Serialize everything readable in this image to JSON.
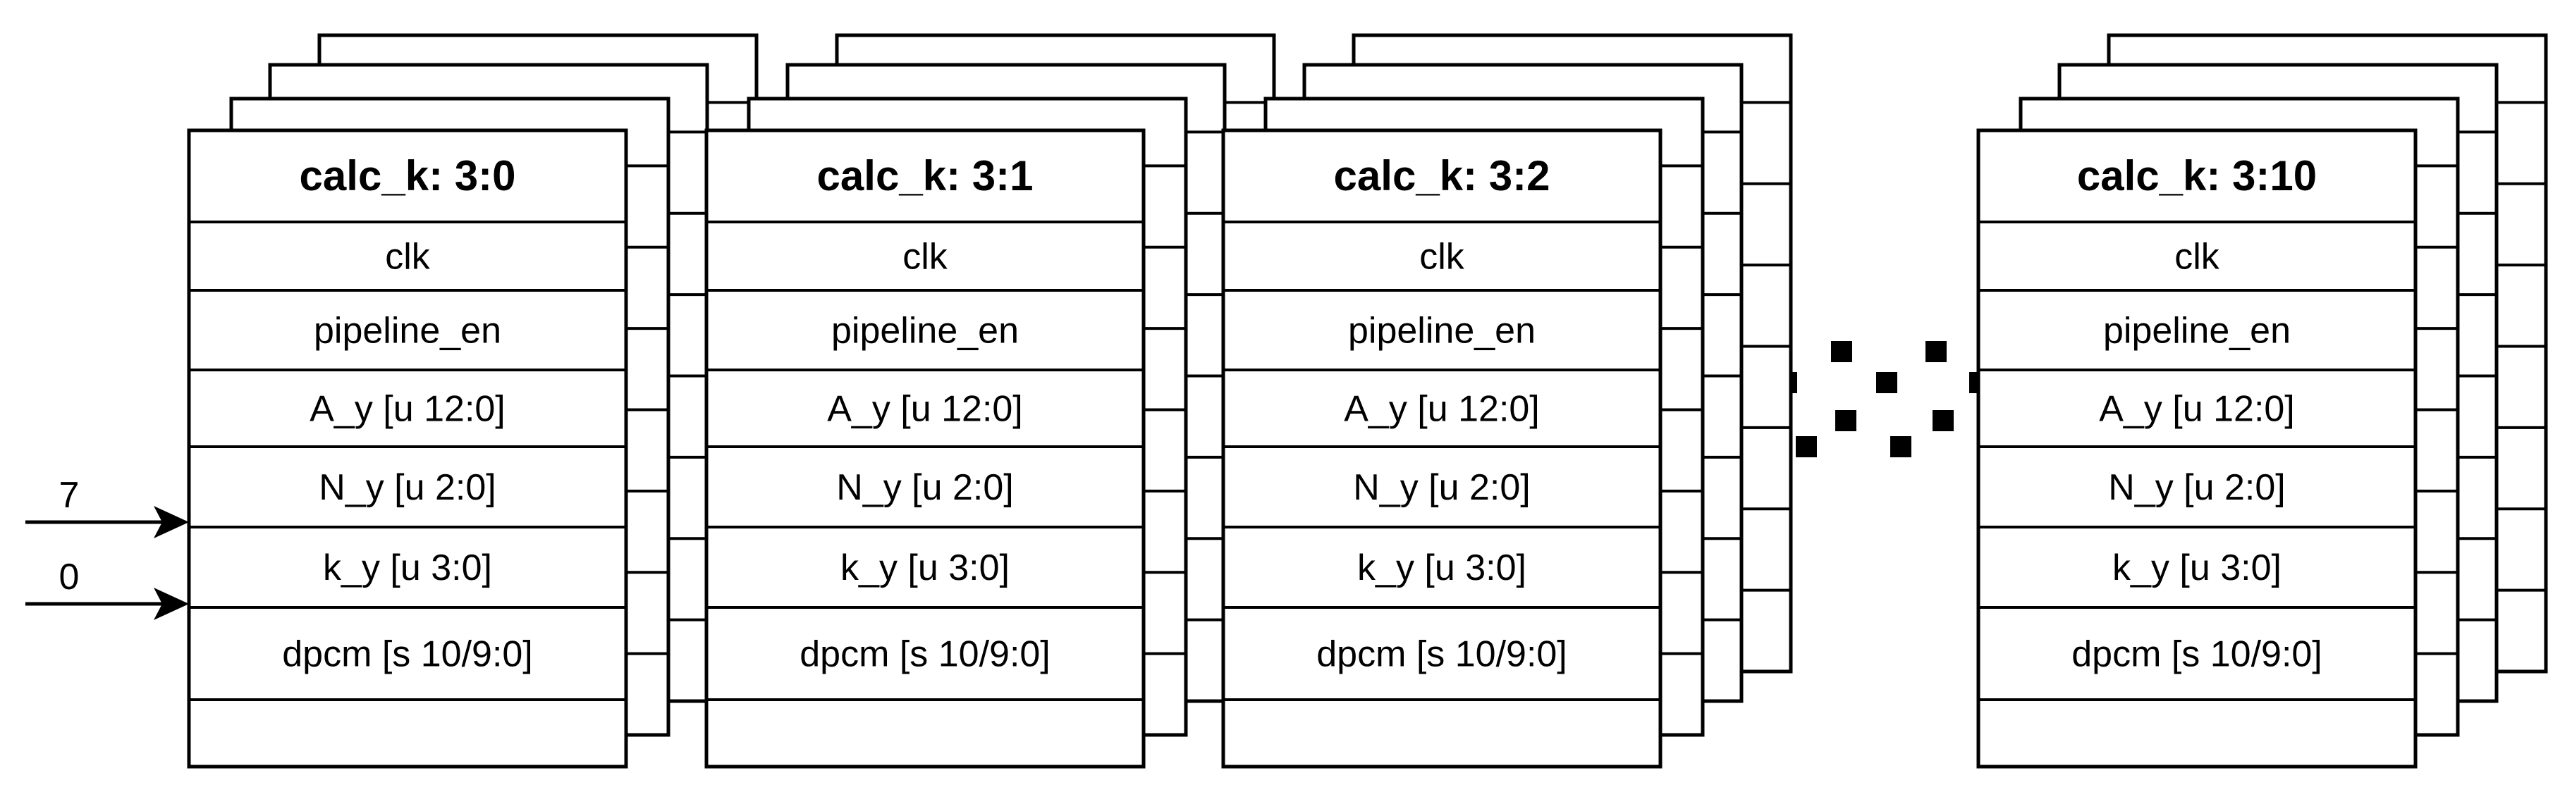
{
  "diagram": {
    "blocks": [
      {
        "title": "calc_k: 3:0"
      },
      {
        "title": "calc_k: 3:1"
      },
      {
        "title": "calc_k: 3:2"
      },
      {
        "title": "calc_k: 3:10"
      }
    ],
    "ports": [
      "clk",
      "pipeline_en",
      "A_y [u 12:0]",
      "N_y [u 2:0]",
      "k_y [u 3:0]",
      "dpcm [s 10/9:0]"
    ],
    "inputs": [
      {
        "label": "7",
        "port": "N_y [u 2:0]"
      },
      {
        "label": "0",
        "port": "k_y [u 3:0]"
      }
    ],
    "colors": {
      "stroke": "#000000",
      "background": "#ffffff"
    }
  }
}
